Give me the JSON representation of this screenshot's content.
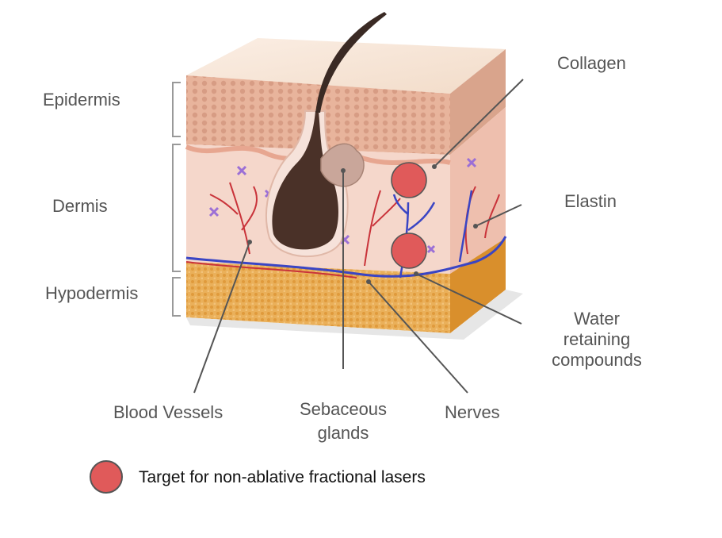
{
  "diagram": {
    "layers": {
      "epidermis": "Epidermis",
      "dermis": "Dermis",
      "hypodermis": "Hypodermis"
    },
    "labels": {
      "collagen": "Collagen",
      "elastin": "Elastin",
      "water_1": "Water",
      "water_2": "retaining",
      "water_3": "compounds",
      "blood_vessels": "Blood Vessels",
      "sebaceous_1": "Sebaceous",
      "sebaceous_2": "glands",
      "nerves": "Nerves"
    },
    "legend": {
      "text": "Target for non-ablative fractional lasers"
    },
    "colors": {
      "target": "#e05a5a",
      "epidermis": "#e8b49c",
      "dermis": "#f3cfc2",
      "hypodermis": "#e9a94a",
      "vessel_red": "#c9333a",
      "vessel_blue": "#3a45c4",
      "hair": "#4a3128"
    }
  }
}
